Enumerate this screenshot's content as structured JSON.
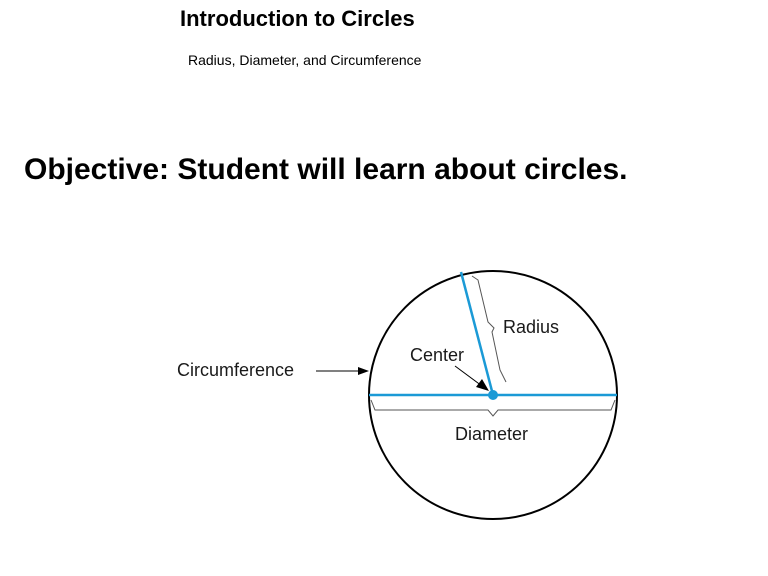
{
  "header": {
    "title": "Introduction to Circles",
    "subtitle": "Radius, Diameter, and Circumference"
  },
  "objective": {
    "text": "Objective:  Student will learn about circles."
  },
  "diagram": {
    "labels": {
      "radius": "Radius",
      "center": "Center",
      "circumference": "Circumference",
      "diameter": "Diameter"
    },
    "colors": {
      "line": "#1b9ad6",
      "outline": "#000000"
    }
  }
}
